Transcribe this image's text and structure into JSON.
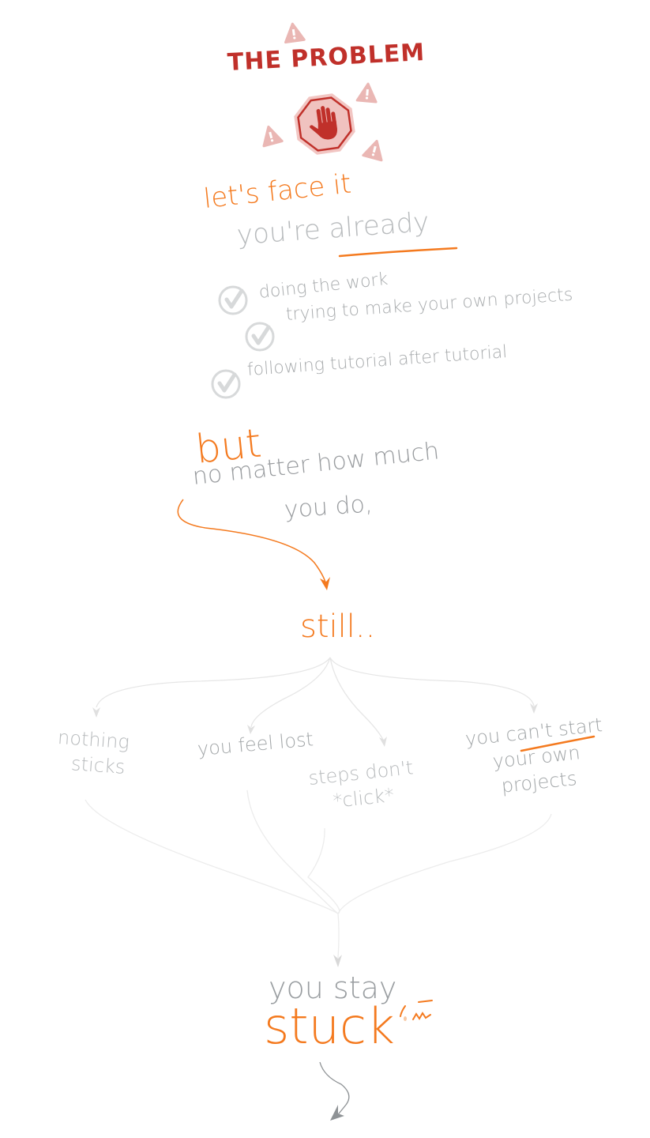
{
  "header": {
    "title": "THE PROBLEM",
    "stop_icon": "stop-hand-icon",
    "warning_icon": "warning-triangle-icon"
  },
  "intro": {
    "line1": "let's face it",
    "line2_prefix": "you're",
    "line2_emphasis": "already"
  },
  "checklist": [
    {
      "icon": "check-circle-icon",
      "label": "doing the work"
    },
    {
      "icon": "check-circle-icon",
      "label": "trying to make your own projects"
    },
    {
      "icon": "check-circle-icon",
      "label": "following tutorial after tutorial"
    }
  ],
  "but_section": {
    "but": "but",
    "line1": "no matter how much",
    "line2": "you do,"
  },
  "still": "still..",
  "outcomes": [
    {
      "line1": "nothing",
      "line2": "sticks"
    },
    {
      "line1": "you feel lost"
    },
    {
      "line1": "steps don't",
      "line2": "*click*"
    },
    {
      "line1_prefix": "you",
      "line1_emphasis": "can't start",
      "line2": "your own",
      "line3": "projects"
    }
  ],
  "conclusion": {
    "line1": "you stay",
    "line2": "stuck"
  },
  "colors": {
    "brand_red": "#c0302a",
    "accent_orange": "#f47a1f",
    "text_gray": "#a9acae",
    "line_gray": "#e4e4e4"
  }
}
